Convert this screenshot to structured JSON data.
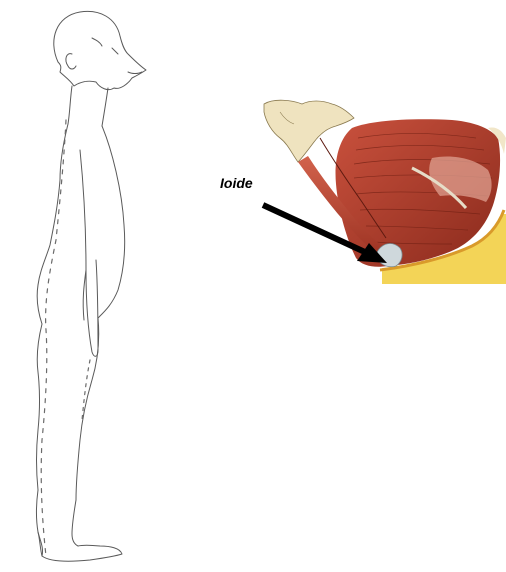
{
  "labels": {
    "hyoid_label": "Ioide"
  },
  "colors": {
    "outline": "#5a5a5a",
    "muscle": "#b3402f",
    "muscle_dark": "#7d2418",
    "bone": "#efe3bf",
    "fat": "#f2cf45",
    "arrow": "#000000"
  },
  "icons": {
    "body_figure": "standing-human-side-outline",
    "plate": "neck-floor-muscle-anatomy",
    "pointer": "arrow-to-hyoid"
  }
}
